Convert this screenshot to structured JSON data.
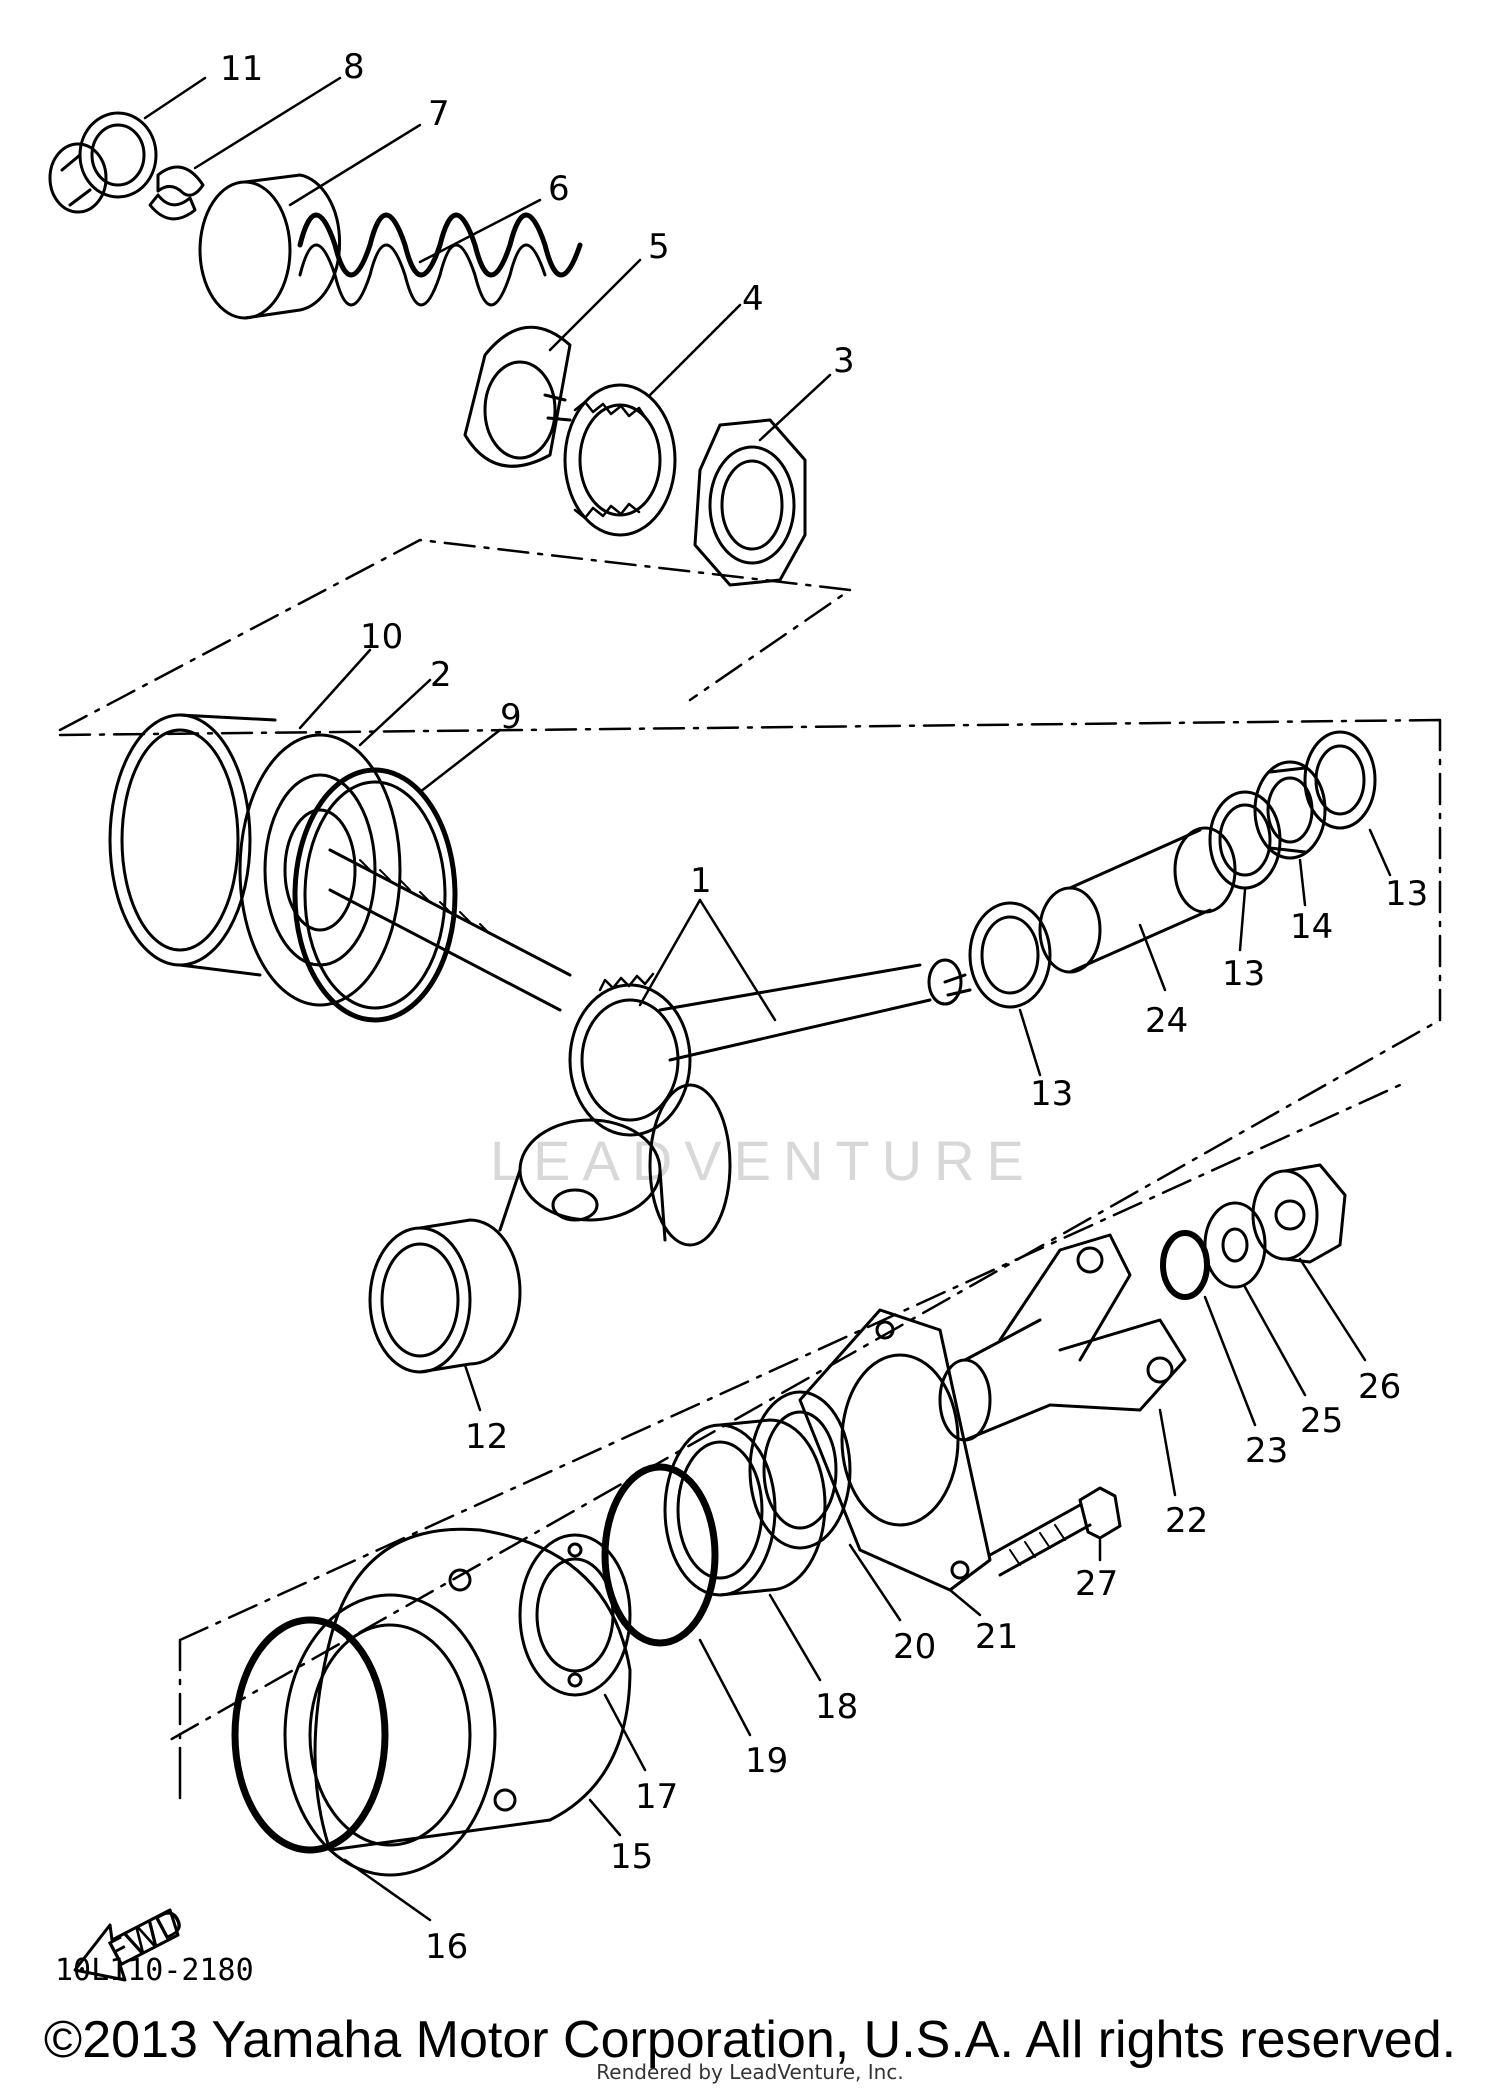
{
  "figure": {
    "code": "10L110-2180",
    "fwd_label": "FWD",
    "watermark": "LEADVENTURE",
    "copyright": "©2013 Yamaha Motor Corporation, U.S.A. All rights reserved.",
    "rendered_by": "Rendered by LeadVenture, Inc."
  },
  "part_labels": [
    "1",
    "2",
    "3",
    "4",
    "5",
    "6",
    "7",
    "8",
    "9",
    "10",
    "11",
    "12",
    "13",
    "13",
    "13",
    "14",
    "15",
    "16",
    "17",
    "18",
    "19",
    "20",
    "21",
    "22",
    "23",
    "24",
    "25",
    "26",
    "27"
  ]
}
